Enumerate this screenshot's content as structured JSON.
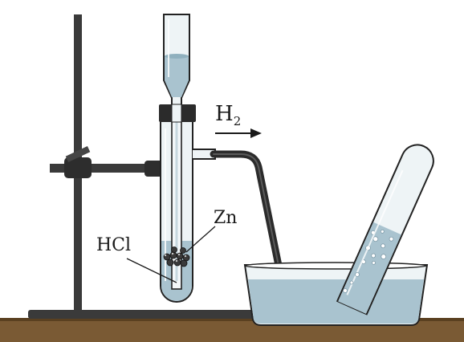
{
  "labels": {
    "gas": "H",
    "gas_subscript": "2",
    "metal": "Zn",
    "acid": "HCl"
  },
  "colors": {
    "liquid": "#a9c3cf",
    "glass": "#eef4f6",
    "stopper": "#2b2b2b",
    "table": "#7a5a34",
    "metal_stand": "#3a3a3a"
  }
}
